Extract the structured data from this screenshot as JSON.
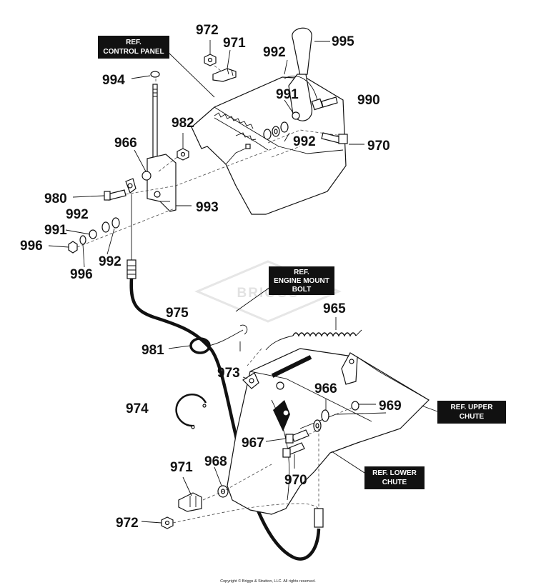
{
  "watermark": "BRIGGS",
  "copyright": "Copyright © Briggs & Stratton, LLC. All rights reserved.",
  "ref_labels": {
    "control_panel": [
      "REF.",
      "CONTROL PANEL"
    ],
    "engine_mount_bolt": [
      "REF.",
      "ENGINE MOUNT",
      "BOLT"
    ],
    "upper_chute": [
      "REF. UPPER",
      "CHUTE"
    ],
    "lower_chute": [
      "REF. LOWER",
      "CHUTE"
    ]
  },
  "parts": {
    "p972_top": "972",
    "p971_top": "971",
    "p995": "995",
    "p992_a": "992",
    "p994": "994",
    "p991_a": "991",
    "p990": "990",
    "p982": "982",
    "p992_b": "992",
    "p970_a": "970",
    "p966_a": "966",
    "p980": "980",
    "p993": "993",
    "p992_c": "992",
    "p991_b": "991",
    "p996_a": "996",
    "p996_b": "996",
    "p992_d": "992",
    "p975": "975",
    "p965": "965",
    "p981": "981",
    "p973": "973",
    "p966_b": "966",
    "p974": "974",
    "p969": "969",
    "p967": "967",
    "p971_bottom": "971",
    "p968": "968",
    "p970_b": "970",
    "p972_bottom": "972"
  }
}
